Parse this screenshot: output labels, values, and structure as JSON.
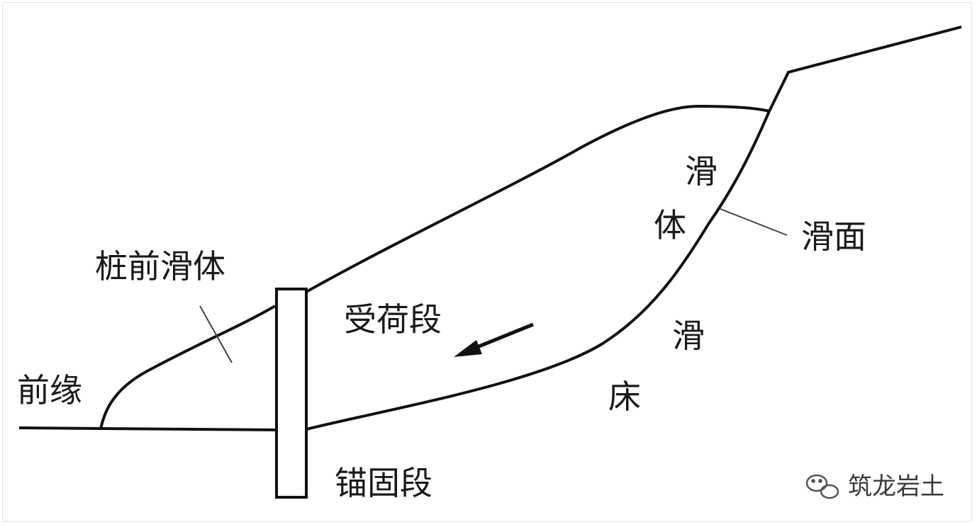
{
  "labels": {
    "front_edge": "前缘",
    "front_body": "桩前滑体",
    "loaded_section": "受荷段",
    "anchor_section": "锚固段",
    "slide_body_1": "滑",
    "slide_body_2": "体",
    "slide_surface": "滑面",
    "slide_bed_1": "滑",
    "slide_bed_2": "床"
  },
  "watermark": {
    "icon": "wechat-icon",
    "text": "筑龙岩土"
  },
  "colors": {
    "line": "#111111",
    "leader": "#444444",
    "text": "#1a1a1a"
  }
}
